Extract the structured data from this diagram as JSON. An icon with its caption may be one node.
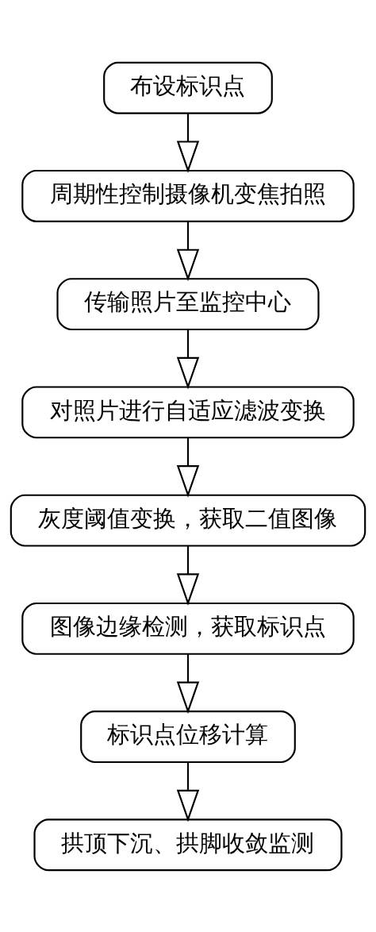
{
  "diagram": {
    "nodes": [
      {
        "text": [
          "布设标识点"
        ]
      },
      {
        "text": [
          "周期性控制摄像机变焦拍照"
        ]
      },
      {
        "text": [
          "传输照片至监控中心"
        ]
      },
      {
        "text": [
          "对照片进行自适应滤波变换"
        ]
      },
      {
        "text": [
          "灰度阈值变换，获取二值图像"
        ]
      },
      {
        "text": [
          "图像边缘检测，获取标识点"
        ]
      },
      {
        "text": [
          "标识点位移计算"
        ]
      },
      {
        "text": [
          "拱顶下沉、拱脚收敛监测"
        ]
      }
    ],
    "edges": [
      {
        "from": 0,
        "to": 1,
        "arrow": "to"
      },
      {
        "from": 1,
        "to": 2,
        "arrow": "to"
      },
      {
        "from": 2,
        "to": 3,
        "arrow": "to"
      },
      {
        "from": 3,
        "to": 4,
        "arrow": "to"
      },
      {
        "from": 4,
        "to": 5,
        "arrow": "to"
      },
      {
        "from": 5,
        "to": 6,
        "arrow": "to"
      },
      {
        "from": 6,
        "to": 7,
        "arrow": "to"
      }
    ]
  }
}
